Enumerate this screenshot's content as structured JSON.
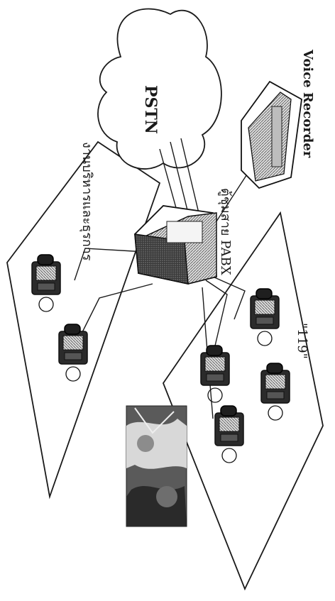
{
  "labels": {
    "pstn": "PSTN",
    "voice_recorder": "Voice Recorder",
    "pabx": "ตู้ชุมสาย PABX",
    "admin_office": "งานบริหารและธุรการ",
    "hotline": "\"119\""
  },
  "colors": {
    "ink": "#1a1a1a",
    "paper": "#ffffff",
    "device_dark": "#2b2b2b"
  }
}
